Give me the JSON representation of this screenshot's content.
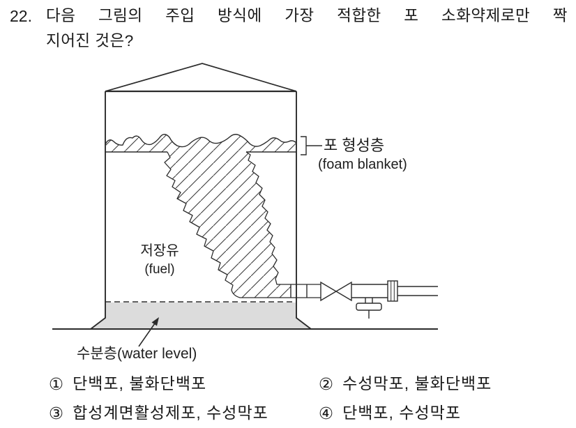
{
  "question": {
    "number": "22.",
    "line1": "다음 그림의 주입 방식에 가장 적합한 포 소화약제로만 짝",
    "line2": "지어진 것은?"
  },
  "diagram": {
    "labels": {
      "foam_layer_ko": "포 형성층",
      "foam_layer_en": "(foam blanket)",
      "fuel_ko": "저장유",
      "fuel_en": "(fuel)",
      "water_level": "수분층(water level)"
    },
    "colors": {
      "line": "#2b2b2b",
      "water_fill": "#dcdcdc",
      "hatch": "#3a3a3a"
    }
  },
  "options": [
    {
      "marker": "①",
      "label": "단백포, 불화단백포"
    },
    {
      "marker": "②",
      "label": "수성막포, 불화단백포"
    },
    {
      "marker": "③",
      "label": "합성계면활성제포, 수성막포"
    },
    {
      "marker": "④",
      "label": "단백포, 수성막포"
    }
  ]
}
